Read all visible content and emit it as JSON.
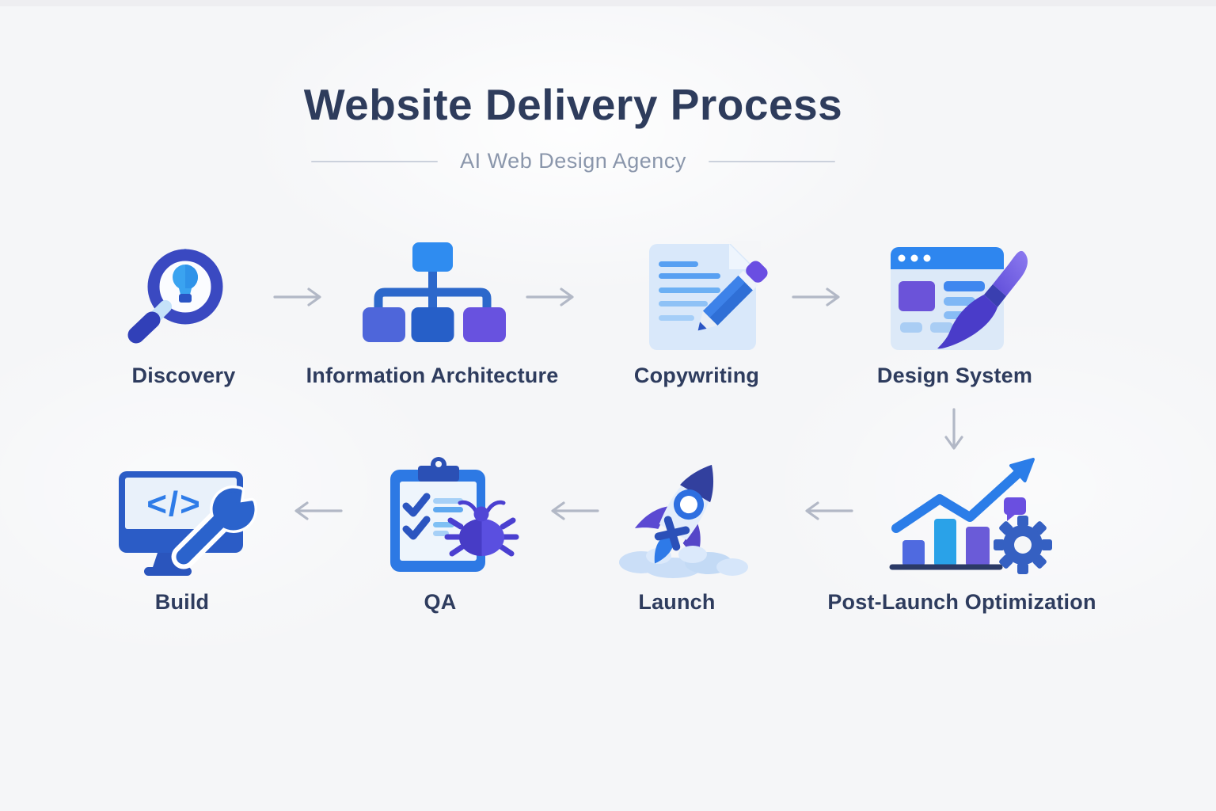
{
  "header": {
    "title": "Website Delivery Process",
    "subtitle": "AI Web Design Agency"
  },
  "steps": [
    {
      "label": "Discovery",
      "icon": "magnifier-lightbulb-icon",
      "row": 1
    },
    {
      "label": "Information Architecture",
      "icon": "sitemap-icon",
      "row": 1
    },
    {
      "label": "Copywriting",
      "icon": "document-pencil-icon",
      "row": 1
    },
    {
      "label": "Design System",
      "icon": "browser-paintbrush-icon",
      "row": 1
    },
    {
      "label": "Build",
      "icon": "monitor-code-wrench-icon",
      "row": 2
    },
    {
      "label": "QA",
      "icon": "clipboard-checklist-bug-icon",
      "row": 2
    },
    {
      "label": "Launch",
      "icon": "rocket-icon",
      "row": 2
    },
    {
      "label": "Post-Launch Optimization",
      "icon": "bar-chart-gear-icon",
      "row": 2
    }
  ],
  "icons": {
    "build_code_glyph": "</>"
  },
  "arrows": [
    {
      "between": [
        "Discovery",
        "Information Architecture"
      ],
      "direction": "right"
    },
    {
      "between": [
        "Information Architecture",
        "Copywriting"
      ],
      "direction": "right"
    },
    {
      "between": [
        "Copywriting",
        "Design System"
      ],
      "direction": "right"
    },
    {
      "between": [
        "Design System",
        "Post-Launch Optimization"
      ],
      "direction": "down"
    },
    {
      "between": [
        "Build",
        "QA"
      ],
      "direction": "left"
    },
    {
      "between": [
        "QA",
        "Launch"
      ],
      "direction": "left"
    },
    {
      "between": [
        "Launch",
        "Post-Launch Optimization"
      ],
      "direction": "left"
    }
  ],
  "colors": {
    "background": "#f5f6f8",
    "title": "#2e3c5c",
    "subtitle": "#8a96ab",
    "label": "#2e3c5e",
    "arrow": "#b2b8c6",
    "accent_bright_blue": "#2e86ef",
    "accent_medium_blue": "#2b5fc6",
    "accent_indigo": "#3a49c1",
    "accent_purple": "#6852df",
    "accent_light_blue": "#8ec6f4",
    "accent_pale_blue": "#dbe9fb"
  }
}
